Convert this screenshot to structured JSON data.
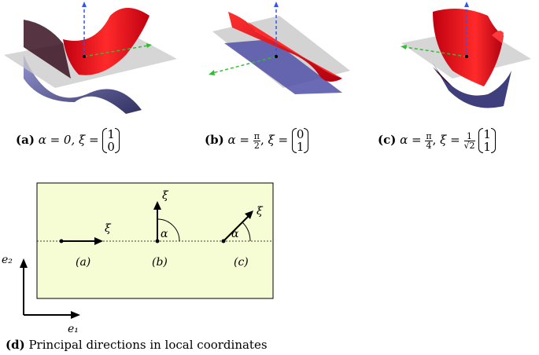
{
  "panels": [
    {
      "tag": "(a)",
      "alpha": "α = 0,",
      "xi_prefix": "ξ =",
      "vec": [
        "1",
        "0"
      ],
      "scale": null
    },
    {
      "tag": "(b)",
      "alpha_pre": "α =",
      "alpha_num": "π",
      "alpha_den": "2",
      "alpha_post": ",",
      "xi_prefix": "ξ =",
      "vec": [
        "0",
        "1"
      ]
    },
    {
      "tag": "(c)",
      "alpha_pre": "α =",
      "alpha_num": "π",
      "alpha_den": "4",
      "alpha_post": ",",
      "xi_prefix": "ξ =",
      "scale_num": "1",
      "scale_den": "√2",
      "vec": [
        "1",
        "1"
      ]
    }
  ],
  "diagram": {
    "tag": "(d)",
    "caption": "Principal directions in local coordinates",
    "xi_label": "ξ",
    "alpha_label": "α",
    "cases": [
      "(a)",
      "(b)",
      "(c)"
    ],
    "axis_x": "e₁",
    "axis_y": "e₂",
    "box_fill": "#f6fcd4"
  },
  "colors": {
    "surface_red": "#e8141c",
    "surface_blue": "#4a4a9a",
    "plane": "#c8c8c8",
    "axis_blue": "#3355ee",
    "axis_green": "#33bb33"
  }
}
